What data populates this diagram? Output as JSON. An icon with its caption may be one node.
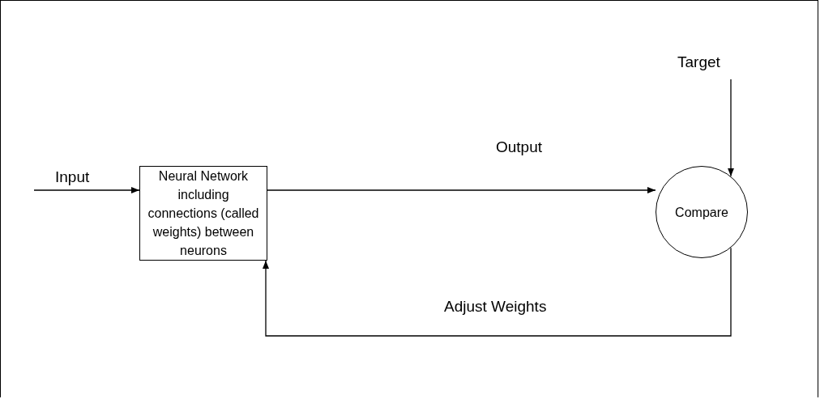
{
  "diagram": {
    "nodes": [
      {
        "text": [
          "Neural Network including connections (called weights) between neurons"
        ]
      },
      {
        "text": [
          "Compare"
        ]
      }
    ],
    "edges": [
      {
        "from": null,
        "to": 0,
        "arrow": "to",
        "label": "Input"
      },
      {
        "from": 0,
        "to": 1,
        "arrow": "to",
        "label": "Output"
      },
      {
        "from": null,
        "to": 1,
        "arrow": "to",
        "label": "Target"
      },
      {
        "from": 1,
        "to": 0,
        "arrow": "to",
        "label": "Adjust Weights"
      }
    ]
  }
}
